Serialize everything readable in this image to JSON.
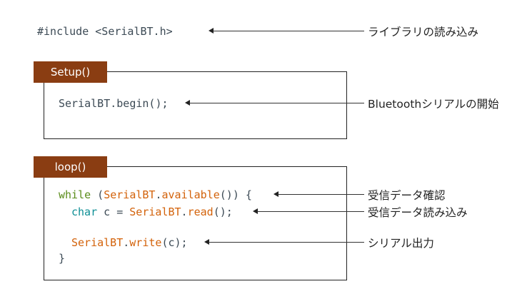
{
  "include": {
    "code": "#include <SerialBT.h>",
    "label": "ライブラリの読み込み"
  },
  "setup": {
    "tab": "Setup()",
    "code": "SerialBT.begin();",
    "label": "Bluetoothシリアルの開始"
  },
  "loop": {
    "tab": "loop()",
    "line1": {
      "keyword": "while",
      "open": " (",
      "obj": "SerialBT",
      "dot": ".",
      "method": "available",
      "close": "()) {",
      "label": "受信データ確認"
    },
    "line2": {
      "type": "char",
      "mid": " c = ",
      "obj": "SerialBT",
      "dot": ".",
      "method": "read",
      "close": "();",
      "label": "受信データ読み込み"
    },
    "line3": {
      "obj": "SerialBT",
      "dot": ".",
      "method": "write",
      "close": "(c);",
      "label": "シリアル出力"
    },
    "closing_brace": "}"
  },
  "colors": {
    "tab_bg": "#8a3d12",
    "keyword": "#5a8c1a",
    "type": "#0e8f95",
    "function": "#d3620a",
    "code_text": "#3c4a55"
  }
}
